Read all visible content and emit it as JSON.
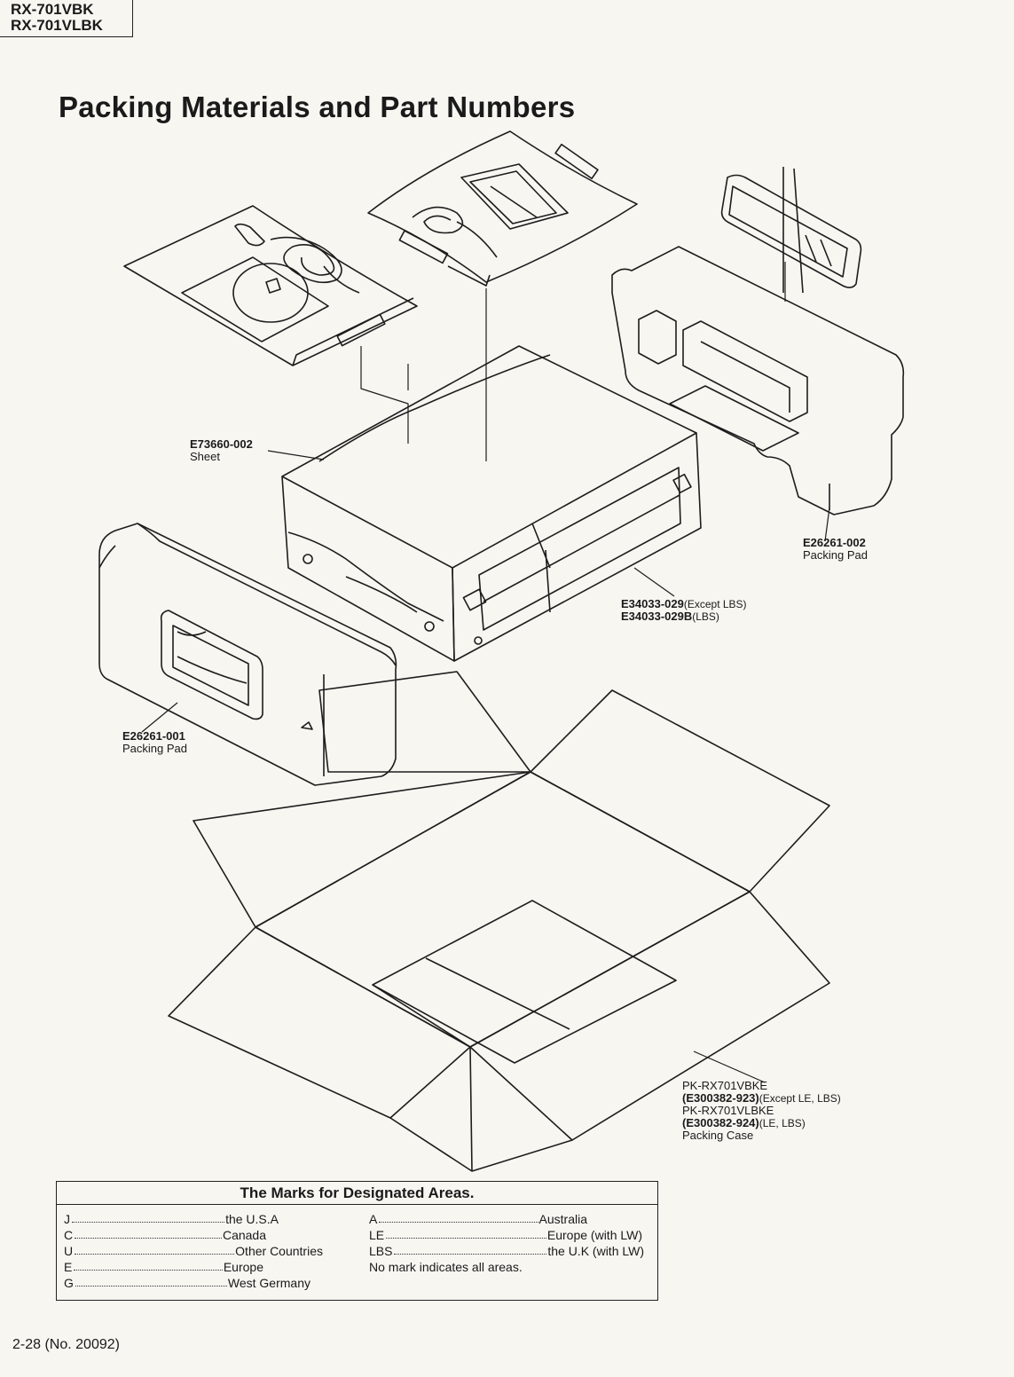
{
  "header": {
    "models": [
      "RX-701VBK",
      "RX-701VLBK"
    ]
  },
  "title": "Packing Materials and Part Numbers",
  "parts": {
    "sheet": {
      "number": "E73660-002",
      "name": "Sheet"
    },
    "pad_right": {
      "number": "E26261-002",
      "name": "Packing Pad"
    },
    "carton_cover": {
      "number_1": "E34033-029",
      "note_1": "(Except LBS)",
      "number_2": "E34033-029B",
      "note_2": "(LBS)"
    },
    "pad_left": {
      "number": "E26261-001",
      "name": "Packing Pad"
    },
    "case": {
      "model_1": "PK-RX701VBKE",
      "number_1": "(E300382-923)",
      "note_1": "(Except LE, LBS)",
      "model_2": "PK-RX701VLBKE",
      "number_2": "(E300382-924)",
      "note_2": "(LE, LBS)",
      "name": "Packing Case"
    }
  },
  "legend": {
    "title": "The Marks for Designated Areas.",
    "left": [
      {
        "code": "J",
        "area": "the U.S.A"
      },
      {
        "code": "C",
        "area": "Canada"
      },
      {
        "code": "U",
        "area": "Other Countries"
      },
      {
        "code": "E",
        "area": "Europe"
      },
      {
        "code": "G",
        "area": "West Germany"
      }
    ],
    "right": [
      {
        "code": "A",
        "area": "Australia"
      },
      {
        "code": "LE",
        "area": "Europe (with LW)"
      },
      {
        "code": "LBS",
        "area": "the U.K (with LW)"
      }
    ],
    "note": "No mark indicates all areas."
  },
  "footer": {
    "page": "2-28 (No. 20092)"
  }
}
